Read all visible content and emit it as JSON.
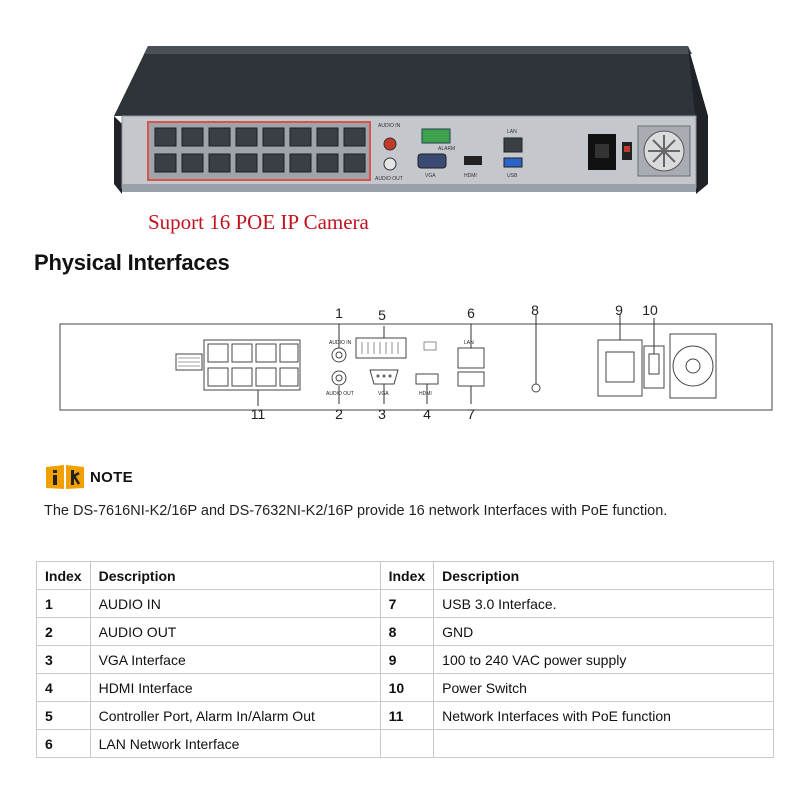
{
  "caption": "Suport 16 POE IP Camera",
  "section_title": "Physical Interfaces",
  "photo": {
    "labels": {
      "audio_in": "AUDIO IN",
      "audio_out": "AUDIO OUT",
      "vga": "VGA",
      "alarm": "ALARM",
      "hdmi": "HDMI",
      "lan": "LAN",
      "usb": "USB"
    }
  },
  "diagram": {
    "labels": {
      "audio_in": "AUDIO IN",
      "audio_out": "AUDIO OUT",
      "vga": "VGA",
      "hdmi": "HDMI",
      "lan": "LAN"
    },
    "callouts": [
      "1",
      "2",
      "3",
      "4",
      "5",
      "6",
      "7",
      "8",
      "9",
      "10",
      "11"
    ]
  },
  "note": {
    "label": "NOTE",
    "text": "The DS-7616NI-K2/16P and DS-7632NI-K2/16P provide 16 network Interfaces with PoE function."
  },
  "table": {
    "headers": [
      "Index",
      "Description",
      "Index",
      "Description"
    ],
    "rows": [
      [
        "1",
        "AUDIO IN",
        "7",
        "USB 3.0 Interface."
      ],
      [
        "2",
        "AUDIO OUT",
        "8",
        "GND"
      ],
      [
        "3",
        "VGA Interface",
        "9",
        "100 to 240 VAC power supply"
      ],
      [
        "4",
        "HDMI Interface",
        "10",
        "Power Switch"
      ],
      [
        "5",
        "Controller Port, Alarm In/Alarm Out",
        "11",
        "Network Interfaces with PoE function"
      ],
      [
        "6",
        "LAN Network Interface",
        "",
        ""
      ]
    ]
  },
  "colors": {
    "caption_red": "#c1121f",
    "chassis_dark": "#2b2f36",
    "panel_silver": "#c4c7cc",
    "poe_outline_red": "#d9534f",
    "note_icon_orange": "#f0a000"
  }
}
